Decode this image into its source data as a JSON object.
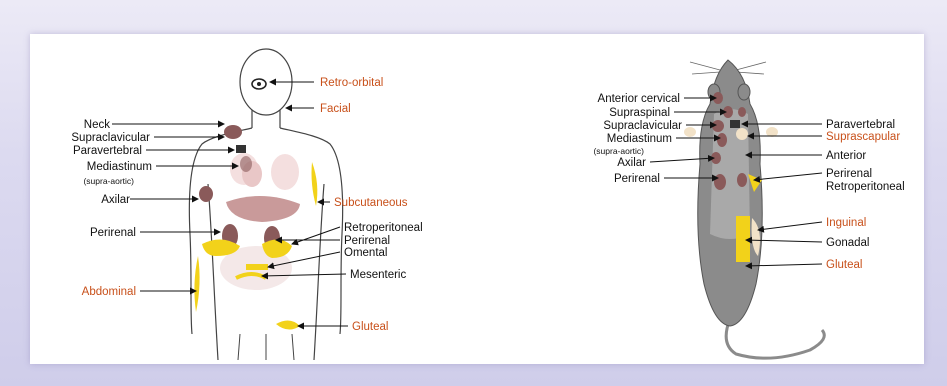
{
  "colors": {
    "label_black": "#111111",
    "label_orange": "#c8501a",
    "fat_yellow": "#f2d21a",
    "organ_brown": "#8a5a5a",
    "body_outline": "#444444",
    "mouse_grey": "#8b8b8b"
  },
  "human": {
    "labels_left": {
      "neck": "Neck",
      "supraclavicular": "Supraclavicular",
      "paravertebral": "Paravertebral",
      "mediastinum": "Mediastinum",
      "supra_aortic": "(supra-aortic)",
      "axilar": "Axilar",
      "perirenal": "Perirenal",
      "abdominal": "Abdominal"
    },
    "labels_right": {
      "retro_orbital": "Retro-orbital",
      "facial": "Facial",
      "subcutaneous": "Subcutaneous",
      "retroperitoneal": "Retroperitoneal",
      "perirenal": "Perirenal",
      "omental": "Omental",
      "mesenteric": "Mesenteric",
      "gluteal": "Gluteal"
    }
  },
  "mouse": {
    "labels_left": {
      "anterior_cervical": "Anterior cervical",
      "supraspinal": "Supraspinal",
      "supraclavicular": "Supraclavicular",
      "mediastinum": "Mediastinum",
      "supra_aortic": "(supra-aortic)",
      "axilar": "Axilar",
      "perirenal": "Perirenal"
    },
    "labels_right": {
      "paravertebral": "Paravertebral",
      "suprascapular": "Suprascapular",
      "anterior": "Anterior",
      "perirenal": "Perirenal",
      "retroperitoneal": "Retroperitoneal",
      "inguinal": "Inguinal",
      "gonadal": "Gonadal",
      "gluteal": "Gluteal"
    }
  }
}
